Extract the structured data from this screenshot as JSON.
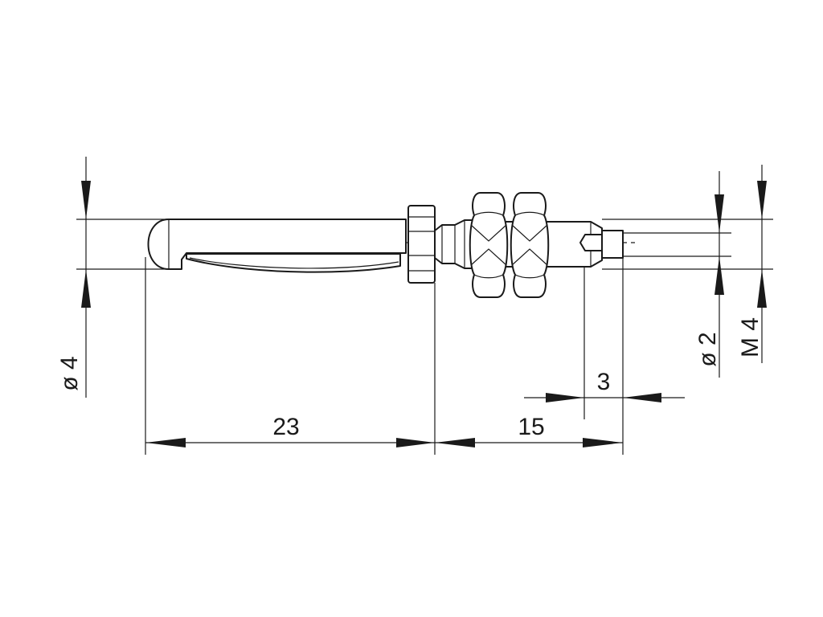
{
  "dimensions": {
    "diameter_pin": "ø 4",
    "length_pin": "23",
    "length_thread": "15",
    "length_tip": "3",
    "diameter_tip": "ø 2",
    "thread_size": "M 4"
  },
  "colors": {
    "line": "#1a1a1a",
    "background": "#ffffff"
  }
}
